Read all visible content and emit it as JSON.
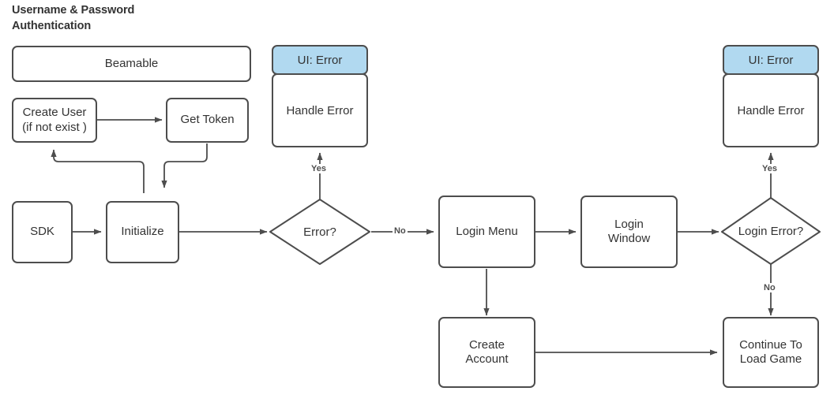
{
  "diagram": {
    "title": "Username & Password\nAuthentication",
    "stroke_color": "#4d4d4d",
    "text_color": "#333333",
    "ui_header_fill": "#b1d9f0",
    "background": "#ffffff"
  },
  "nodes": {
    "beamable": {
      "label": "Beamable"
    },
    "create_user": {
      "label": "Create User\n(if not exist )"
    },
    "get_token": {
      "label": "Get Token"
    },
    "sdk": {
      "label": "SDK"
    },
    "initialize": {
      "label": "Initialize"
    },
    "error_decision": {
      "label": "Error?"
    },
    "login_menu": {
      "label": "Login Menu"
    },
    "login_window": {
      "label": "Login\nWindow"
    },
    "login_error_decision": {
      "label": "Login Error?"
    },
    "create_account": {
      "label": "Create\nAccount"
    },
    "continue_load_game": {
      "label": "Continue To\nLoad Game"
    },
    "ui_error_left": {
      "header": "UI: Error",
      "body": "Handle Error"
    },
    "ui_error_right": {
      "header": "UI: Error",
      "body": "Handle Error"
    }
  },
  "edge_labels": {
    "error_yes": "Yes",
    "error_no": "No",
    "login_error_yes": "Yes",
    "login_error_no": "No"
  }
}
